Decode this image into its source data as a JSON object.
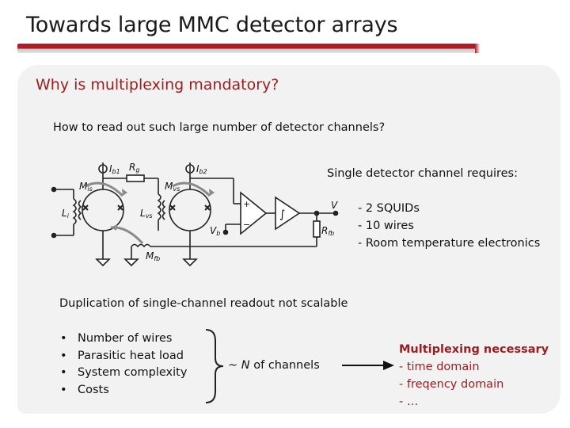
{
  "slide": {
    "title": "Towards large MMC detector arrays",
    "subtitle": "Why is multiplexing mandatory?",
    "question": "How to read out such large number of detector channels?",
    "circuit_labels": {
      "ib1": "I",
      "ib1_sub": "b1",
      "ib2": "I",
      "ib2_sub": "b2",
      "rg": "R",
      "rg_sub": "g",
      "mis": "M",
      "mis_sub": "is",
      "mvs": "M",
      "mvs_sub": "vs",
      "li": "L",
      "li_sub": "i",
      "lvs": "L",
      "lvs_sub": "vs",
      "vb": "V",
      "vb_sub": "b",
      "v": "V",
      "rfb": "R",
      "rfb_sub": "fb",
      "mfb": "M",
      "mfb_sub": "fb",
      "plus": "+",
      "minus": "−",
      "integrator": "∫"
    },
    "requirements": {
      "heading": "Single detector channel requires:",
      "items": [
        "- 2 SQUIDs",
        "- 10 wires",
        "- Room temperature electronics"
      ]
    },
    "duplication": "Duplication of single-channel readout not scalable",
    "bullets": [
      "Number of wires",
      "Parasitic heat load",
      "System complexity",
      "Costs"
    ],
    "scaling": {
      "prefix": "~ ",
      "n": "N",
      "suffix": " of channels"
    },
    "conclusion": {
      "heading": "Multiplexing necessary",
      "items": [
        "- time domain",
        "- freqency domain",
        "- …"
      ]
    }
  }
}
